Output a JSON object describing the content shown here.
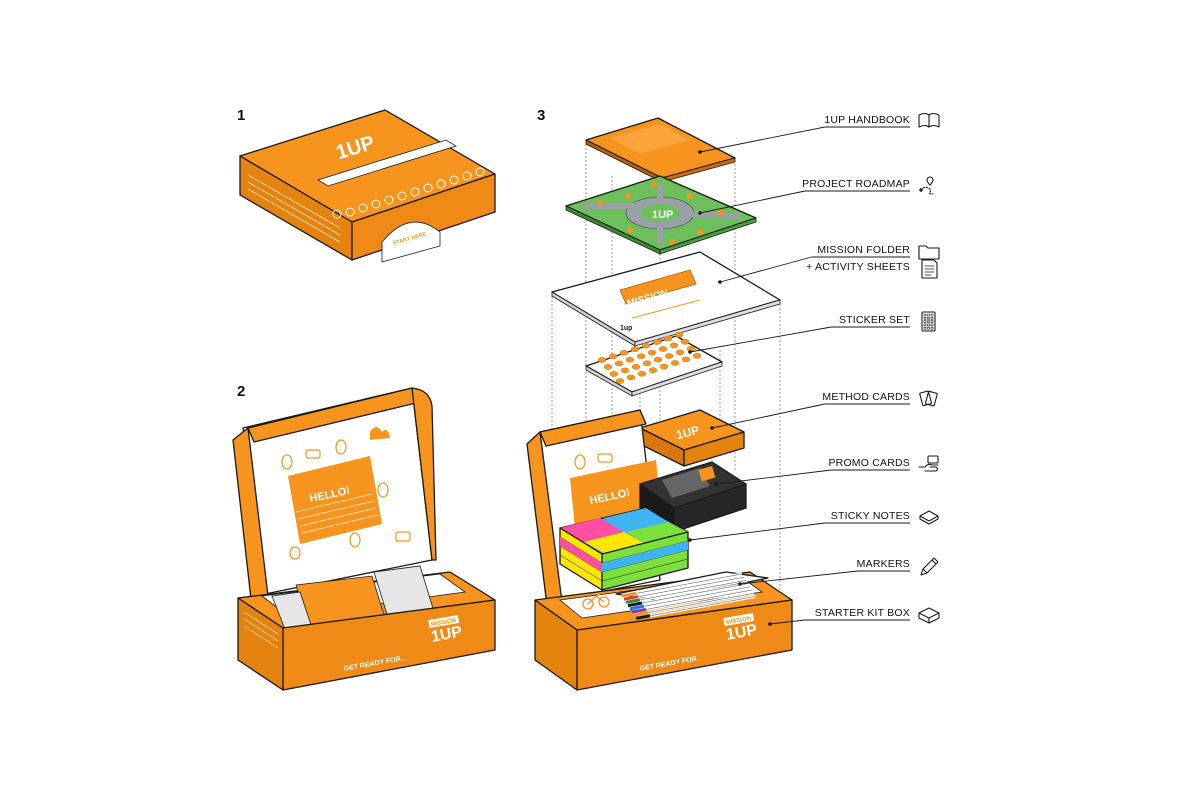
{
  "steps": {
    "one": "1",
    "two": "2",
    "three": "3"
  },
  "box": {
    "logo": "1UP",
    "mission_badge": "MISSION",
    "lid_button": "START HERE",
    "front_text": "GET READY FOR...",
    "inner_greeting": "HELLO!",
    "folder_title": "MISSION",
    "folder_logo": "1up"
  },
  "components": [
    {
      "label": "1UP HANDBOOK",
      "icon": "book-icon"
    },
    {
      "label": "PROJECT ROADMAP",
      "icon": "route-pin-icon"
    },
    {
      "label": "MISSION FOLDER",
      "icon": "folder-icon"
    },
    {
      "label": "+ ACTIVITY SHEETS",
      "icon": "document-icon"
    },
    {
      "label": "STICKER SET",
      "icon": "sticker-grid-icon"
    },
    {
      "label": "METHOD CARDS",
      "icon": "cards-icon"
    },
    {
      "label": "PROMO CARDS",
      "icon": "hand-card-icon"
    },
    {
      "label": "STICKY NOTES",
      "icon": "sticky-note-icon"
    },
    {
      "label": "MARKERS",
      "icon": "pen-icon"
    },
    {
      "label": "STARTER KIT BOX",
      "icon": "box-icon"
    }
  ],
  "colors": {
    "brand_orange": "#f7941d",
    "dark_orange": "#d9780f",
    "outline": "#1a1a1a",
    "map_green": "#6cbf5a",
    "sticky_pink": "#ff4fa3",
    "sticky_yellow": "#ffe600",
    "sticky_green": "#7ddf3a",
    "sticky_blue": "#3fb4f0"
  }
}
